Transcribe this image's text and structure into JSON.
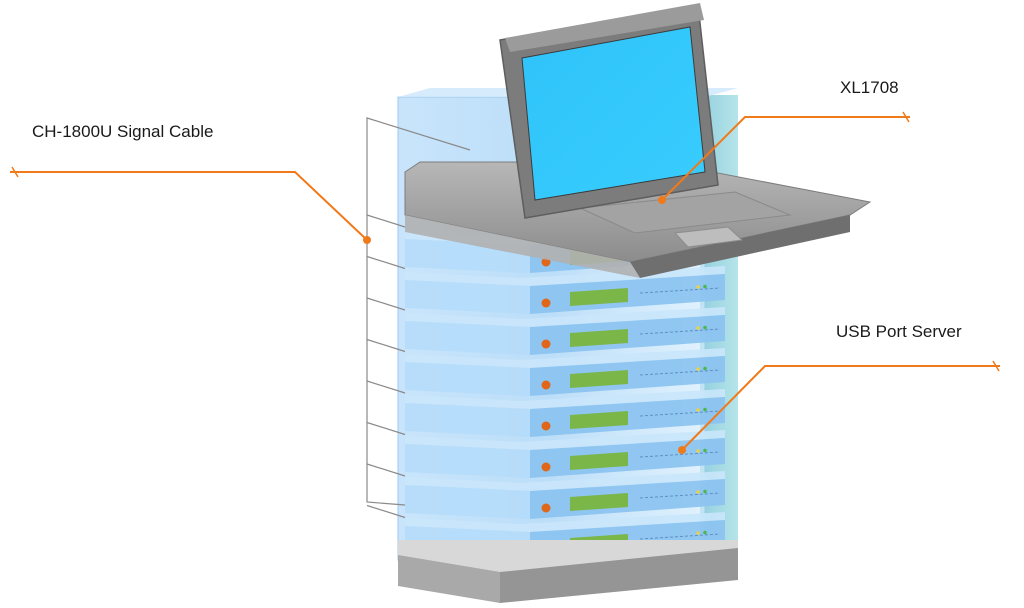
{
  "labels": {
    "signal_cable": "CH-1800U Signal Cable",
    "kvm_console": "XL1708",
    "usb_port_server": "USB Port Server"
  },
  "colors": {
    "callout": "#f07a1a",
    "rack_glass": "#9fcff5",
    "rack_edge": "#7db8e8",
    "server_front": "#8cc4f0",
    "server_top": "#c9e6fb",
    "display_panel": "#7ab648",
    "power_button": "#e0661a",
    "lcd_screen": "#33c8fb",
    "console_gray": "#9a9a9a",
    "base_gray": "#a8a8a8",
    "cable_gray": "#8a8a8a"
  },
  "server_count": 8
}
